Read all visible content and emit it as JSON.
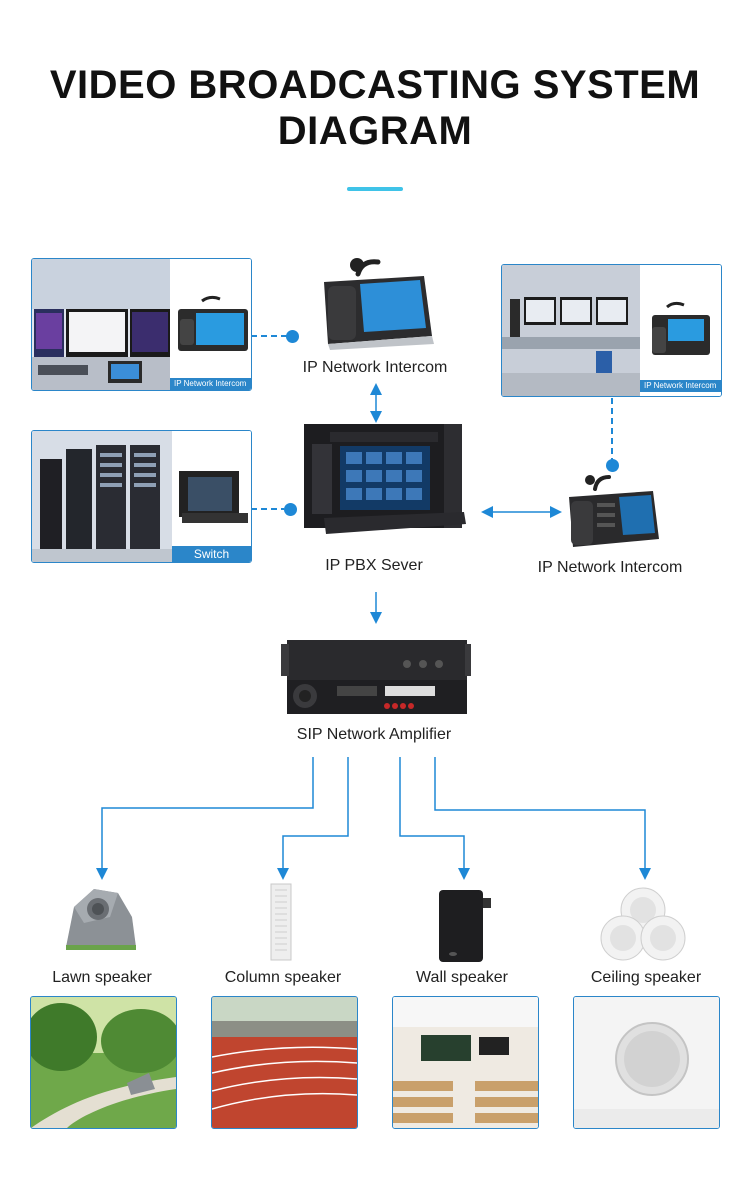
{
  "title": {
    "line1": "VIDEO BROADCASTING SYSTEM",
    "line2": "DIAGRAM"
  },
  "accent_color": "#1e88d6",
  "cards": {
    "top_left_caption": "IP Network Intercom",
    "mid_left_caption": "Switch",
    "top_right_caption": "IP Network Intercom"
  },
  "devices": {
    "intercom_top": "IP Network Intercom",
    "pbx": "IP PBX Sever",
    "intercom_right": "IP Network Intercom",
    "amplifier": "SIP Network Amplifier"
  },
  "speakers": [
    {
      "label": "Lawn speaker",
      "icon": "lawn-speaker-icon",
      "scene": "park-path-photo"
    },
    {
      "label": "Column speaker",
      "icon": "column-speaker-icon",
      "scene": "running-track-photo"
    },
    {
      "label": "Wall speaker",
      "icon": "wall-speaker-icon",
      "scene": "classroom-photo"
    },
    {
      "label": "Ceiling speaker",
      "icon": "ceiling-speaker-icon",
      "scene": "ceiling-photo"
    }
  ]
}
